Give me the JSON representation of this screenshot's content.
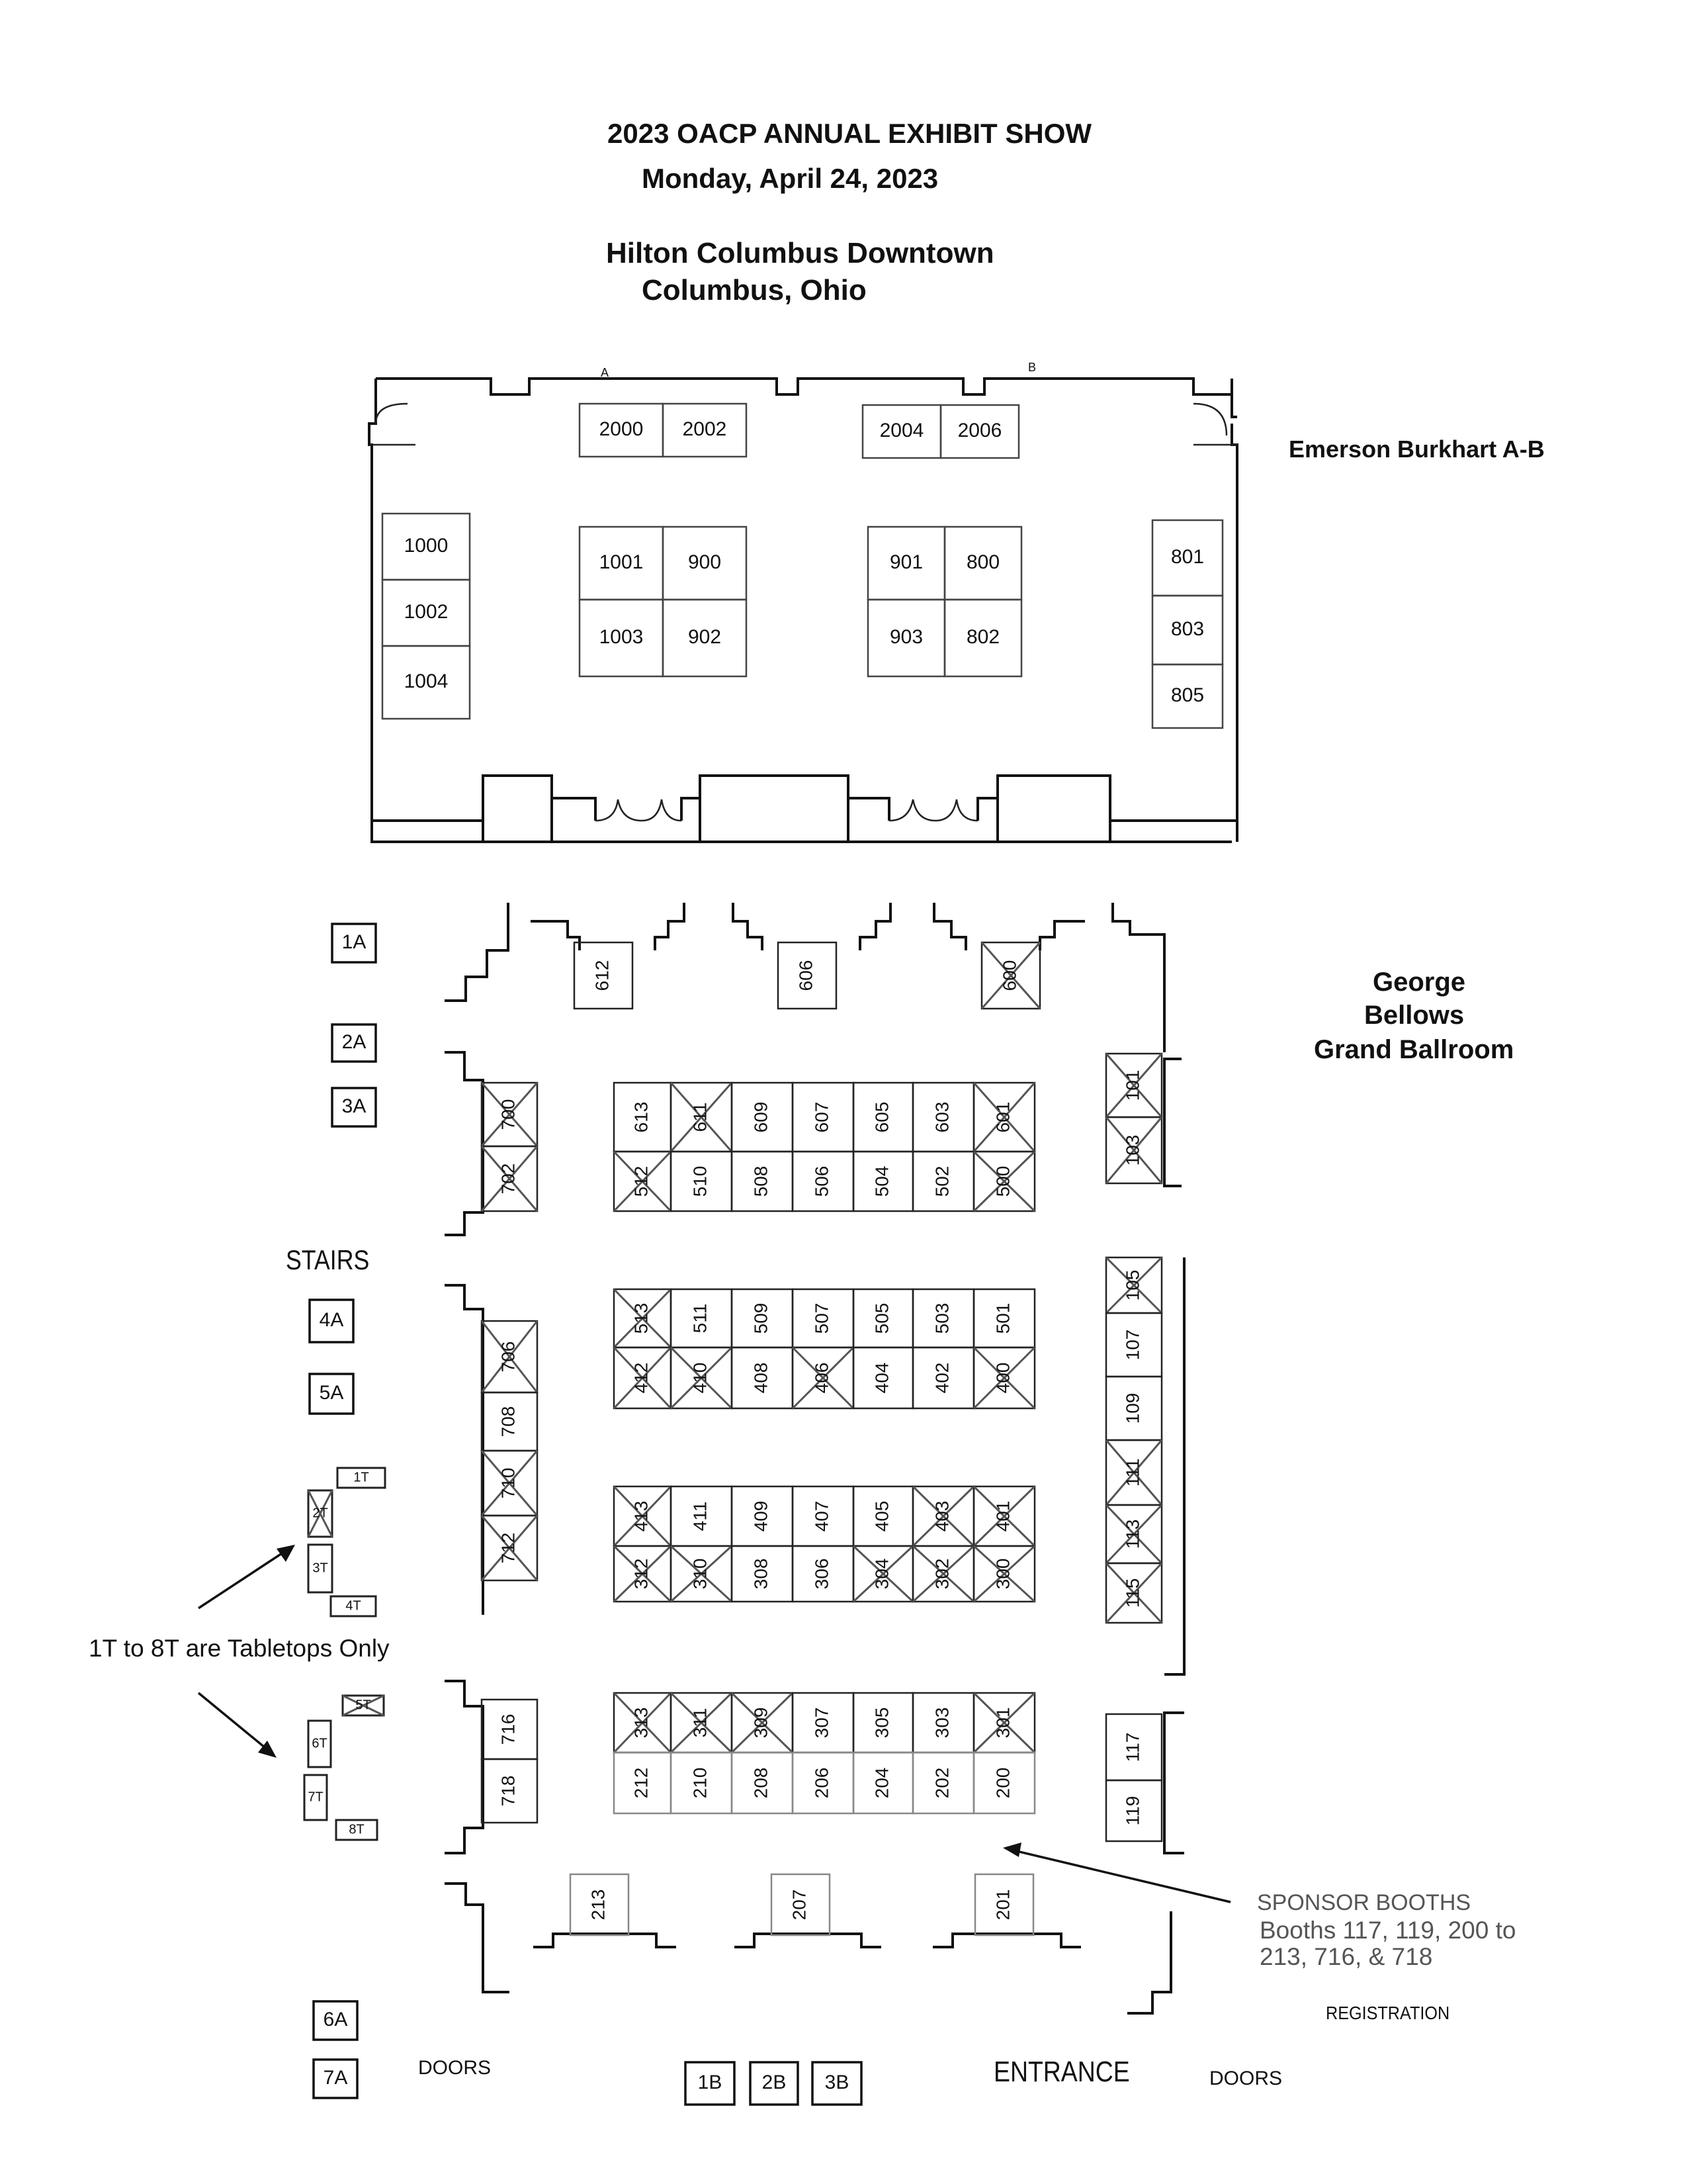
{
  "header": {
    "title": "2023 OACP ANNUAL EXHIBIT SHOW",
    "date": "Monday, April 24, 2023",
    "venue": "Hilton Columbus Downtown",
    "city": "Columbus, Ohio"
  },
  "rooms": {
    "upper": "Emerson Burkhart A-B",
    "lower_line1": "George",
    "lower_line2": "Bellows",
    "lower_line3": "Grand Ballroom"
  },
  "labels": {
    "stairs": "STAIRS",
    "tabletops": "1T to 8T are Tabletops Only",
    "sponsor_title": "SPONSOR BOOTHS",
    "sponsor_line1": "Booths 117, 119, 200 to",
    "sponsor_line2": "213, 716, & 718",
    "registration": "REGISTRATION",
    "doors_left": "DOORS",
    "entrance": "ENTRANCE",
    "doors_right": "DOORS",
    "door_a": "A",
    "door_b": "B"
  },
  "upper_booths": [
    "2000",
    "2002",
    "2004",
    "2006",
    "1000",
    "1002",
    "1004",
    "1001",
    "900",
    "1003",
    "902",
    "901",
    "800",
    "903",
    "802",
    "801",
    "803",
    "805"
  ],
  "ballroom_booths": {
    "top_wall": [
      "612",
      "606",
      "600"
    ],
    "row_a_top": [
      "613",
      "611",
      "609",
      "607",
      "605",
      "603",
      "601"
    ],
    "row_a_bottom": [
      "512",
      "510",
      "508",
      "506",
      "504",
      "502",
      "500"
    ],
    "row_b_top": [
      "513",
      "511",
      "509",
      "507",
      "505",
      "503",
      "501"
    ],
    "row_b_bottom": [
      "412",
      "410",
      "408",
      "406",
      "404",
      "402",
      "400"
    ],
    "row_c_top": [
      "413",
      "411",
      "409",
      "407",
      "405",
      "403",
      "401"
    ],
    "row_c_bottom": [
      "312",
      "310",
      "308",
      "306",
      "304",
      "302",
      "300"
    ],
    "row_d_top": [
      "313",
      "311",
      "309",
      "307",
      "305",
      "303",
      "301"
    ],
    "row_d_bottom": [
      "212",
      "210",
      "208",
      "206",
      "204",
      "202",
      "200"
    ],
    "left_wall": [
      "700",
      "702",
      "706",
      "708",
      "710",
      "712",
      "716",
      "718"
    ],
    "right_wall": [
      "101",
      "103",
      "105",
      "107",
      "109",
      "111",
      "113",
      "115",
      "117",
      "119"
    ],
    "bottom_wall": [
      "213",
      "207",
      "201"
    ],
    "crossed_out": [
      "600",
      "611",
      "601",
      "512",
      "500",
      "513",
      "412",
      "410",
      "406",
      "400",
      "413",
      "403",
      "401",
      "312",
      "310",
      "304",
      "302",
      "300",
      "313",
      "311",
      "309",
      "301",
      "700",
      "702",
      "706",
      "710",
      "712",
      "101",
      "103",
      "105",
      "111",
      "113",
      "115",
      "2T",
      "5T"
    ]
  },
  "side_booths": [
    "1A",
    "2A",
    "3A",
    "4A",
    "5A",
    "6A",
    "7A"
  ],
  "tabletops": [
    "1T",
    "2T",
    "3T",
    "4T",
    "5T",
    "6T",
    "7T",
    "8T"
  ],
  "entrance_booths": [
    "1B",
    "2B",
    "3B"
  ]
}
